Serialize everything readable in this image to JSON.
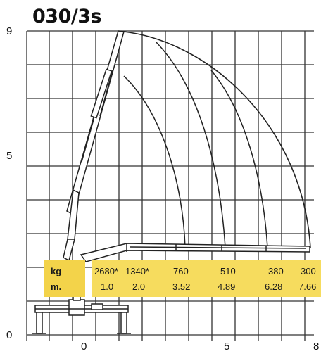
{
  "title": "030/3s",
  "y_axis": {
    "ticks": [
      {
        "label": "9",
        "value": 9
      },
      {
        "label": "5",
        "value": 5
      },
      {
        "label": "0",
        "value": 0
      }
    ]
  },
  "x_axis": {
    "ticks": [
      {
        "label": "0",
        "value": 0
      },
      {
        "label": "5",
        "value": 5
      },
      {
        "label": "8",
        "value": 8
      }
    ]
  },
  "load_table": {
    "unit_load": "kg",
    "unit_reach": "m.",
    "loads": [
      "2680*",
      "1340*",
      "760",
      "510",
      "380",
      "300"
    ],
    "reaches": [
      "1.0",
      "2.0",
      "3.52",
      "4.89",
      "6.28",
      "7.66"
    ]
  },
  "colors": {
    "table_fill": "#f6dc5e",
    "unit_fill": "#f3d34a",
    "lines": "#222222",
    "grid": "#333333"
  }
}
